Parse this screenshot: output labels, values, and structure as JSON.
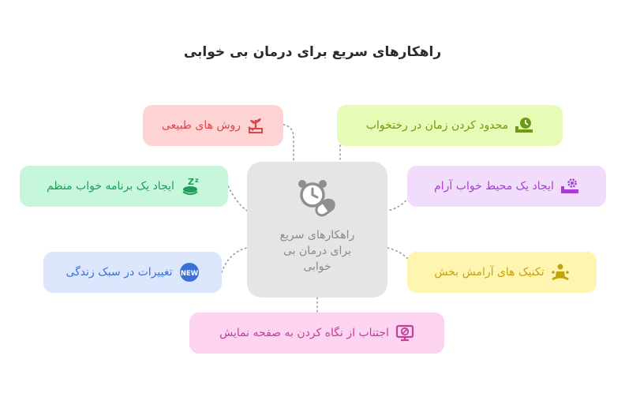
{
  "title": "راهکارهای سریع برای درمان بی خوابی",
  "center": {
    "lines": [
      "راهکارهای سریع",
      "برای درمان بی",
      "خوابی"
    ],
    "icon": "alarm-clock-pill-icon"
  },
  "nodes": {
    "natural": {
      "label": "روش های طبیعی",
      "icon": "plant-hand-icon",
      "color": "#d84848"
    },
    "bed_time": {
      "label": "محدود کردن زمان در رختخواب",
      "icon": "bed-clock-icon",
      "color": "#6e9a18"
    },
    "schedule": {
      "label": "ایجاد یک برنامه خواب منظم",
      "icon": "sleep-zz-icon",
      "color": "#1f9d5b"
    },
    "environment": {
      "label": "ایجاد یک محیط خواب آرام",
      "icon": "bed-gear-icon",
      "color": "#a63fd4"
    },
    "lifestyle": {
      "label": "تغییرات در سبک زندگی",
      "icon": "new-badge-icon",
      "badge": "NEW",
      "color": "#3d6fd9"
    },
    "relaxation": {
      "label": "تکنیک های آرامش بخش",
      "icon": "meditation-icon",
      "color": "#c4a30e"
    },
    "screens": {
      "label": "اجتناب از نگاه کردن به صفحه نمایش",
      "icon": "no-screen-icon",
      "color": "#c2409a"
    }
  }
}
